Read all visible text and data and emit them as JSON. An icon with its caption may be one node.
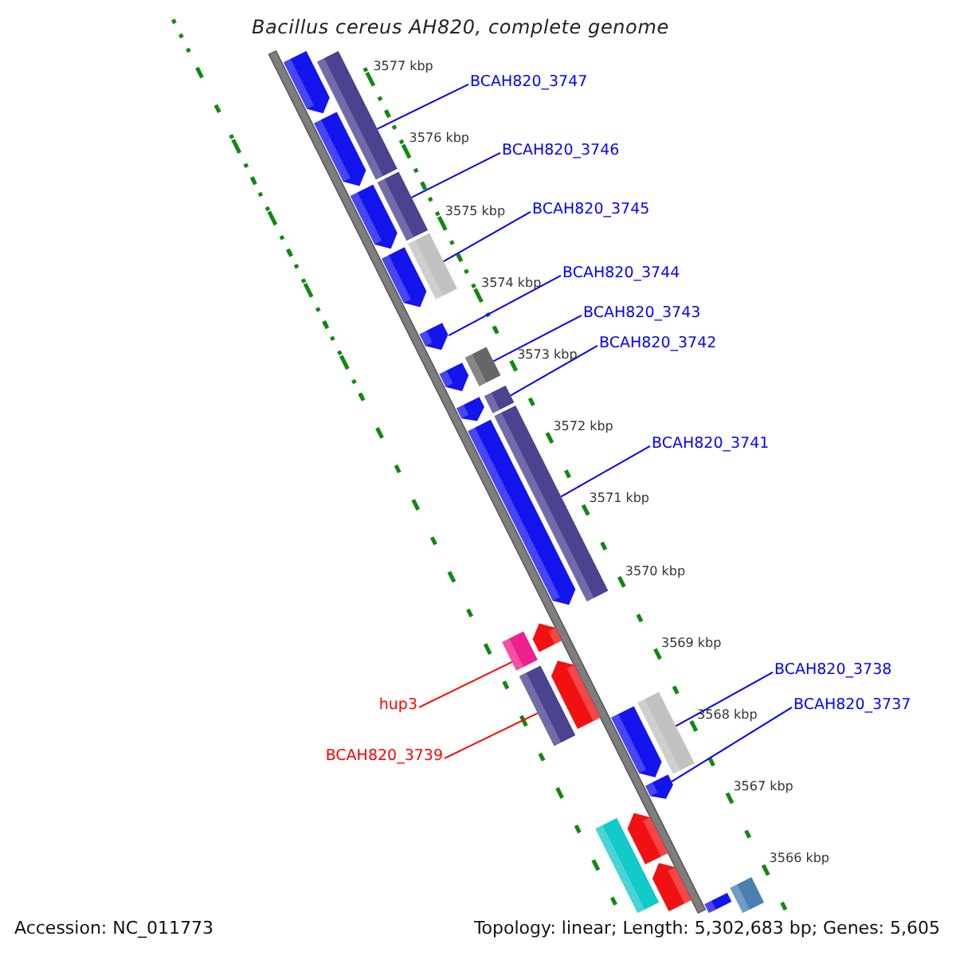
{
  "diagram": {
    "title": "Bacillus cereus AH820, complete genome",
    "nodes": [
      {
        "text": [],
        "shape": "pentagon"
      },
      {
        "text": [
          "BCAH820_3747"
        ]
      },
      {
        "text": [],
        "shape": "bar"
      },
      {
        "text": [],
        "shape": "pentagon"
      },
      {
        "text": [],
        "shape": "pentagon"
      },
      {
        "text": [
          "BCAH820_3746"
        ]
      },
      {
        "text": [],
        "shape": "bar"
      },
      {
        "text": [
          "BCAH820_3745"
        ]
      },
      {
        "text": [],
        "shape": "bar"
      },
      {
        "text": [],
        "shape": "pentagon"
      },
      {
        "text": [
          "BCAH820_3744"
        ]
      },
      {
        "text": [],
        "shape": "pentagon"
      },
      {
        "text": [
          "BCAH820_3743"
        ]
      },
      {
        "text": [],
        "shape": "bar"
      },
      {
        "text": [],
        "shape": "pentagon"
      },
      {
        "text": [],
        "shape": "pentagon"
      },
      {
        "text": [
          "BCAH820_3742"
        ]
      },
      {
        "text": [],
        "shape": "bar"
      },
      {
        "text": [
          "BCAH820_3741"
        ]
      },
      {
        "text": [],
        "shape": "bar"
      },
      {
        "text": [],
        "shape": "pentagon"
      },
      {
        "text": [],
        "shape": "pentagon"
      },
      {
        "text": [
          "hup3"
        ]
      },
      {
        "text": [],
        "shape": "bar"
      },
      {
        "text": [
          "BCAH820_3739"
        ]
      },
      {
        "text": [],
        "shape": "bar"
      },
      {
        "text": [],
        "shape": "pentagon"
      },
      {
        "text": [
          "BCAH820_3738"
        ]
      },
      {
        "text": [],
        "shape": "bar"
      },
      {
        "text": [],
        "shape": "pentagon"
      },
      {
        "text": [
          "BCAH820_3737"
        ]
      },
      {
        "text": [],
        "shape": "pentagon"
      },
      {
        "text": [],
        "shape": "bar"
      },
      {
        "text": [],
        "shape": "pentagon"
      },
      {
        "text": [],
        "shape": "pentagon"
      },
      {
        "text": [],
        "shape": "bar"
      },
      {
        "text": [],
        "shape": "pentagon"
      }
    ],
    "edges": [
      {
        "from": 1,
        "to": 2,
        "arrow": "none"
      },
      {
        "from": 5,
        "to": 6,
        "arrow": "none"
      },
      {
        "from": 7,
        "to": 8,
        "arrow": "none"
      },
      {
        "from": 10,
        "to": 11,
        "arrow": "none"
      },
      {
        "from": 12,
        "to": 13,
        "arrow": "none"
      },
      {
        "from": 16,
        "to": 17,
        "arrow": "none"
      },
      {
        "from": 18,
        "to": 19,
        "arrow": "none"
      },
      {
        "from": 22,
        "to": 23,
        "arrow": "none",
        "color": "#ff0000"
      },
      {
        "from": 24,
        "to": 25,
        "arrow": "none",
        "color": "#ff0000"
      },
      {
        "from": 27,
        "to": 28,
        "arrow": "none"
      },
      {
        "from": 30,
        "to": 31,
        "arrow": "none"
      }
    ],
    "labels": [
      "3577 kbp",
      "3576 kbp",
      "3575 kbp",
      "3574 kbp",
      "3573 kbp",
      "3572 kbp",
      "3571 kbp",
      "3570 kbp",
      "3569 kbp",
      "3568 kbp",
      "3567 kbp",
      "3566 kbp",
      "Accession: NC_011773",
      "Topology: linear; Length: 5,302,683 bp; Genes: 5,605"
    ]
  }
}
